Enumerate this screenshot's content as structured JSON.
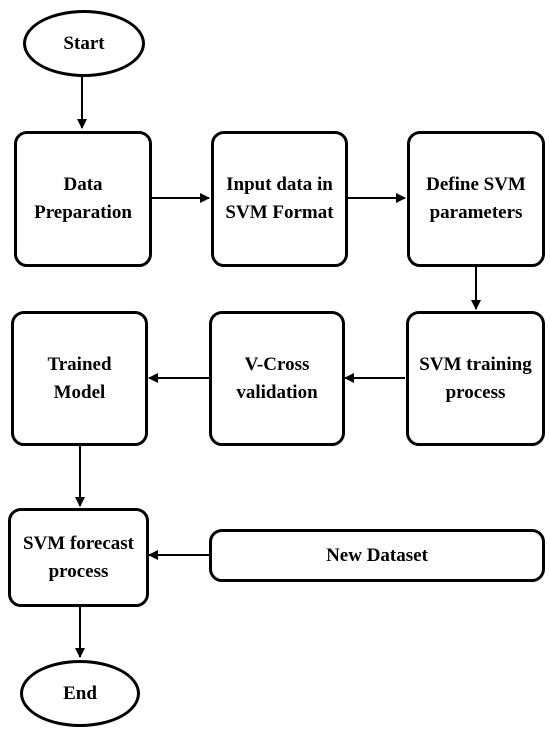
{
  "nodes": {
    "start": "Start",
    "data_preparation": "Data\nPreparation",
    "input_svm_format": "Input data in\nSVM Format",
    "define_params": "Define SVM\nparameters",
    "training": "SVM training\nprocess",
    "cross_validation": "V-Cross\nvalidation",
    "trained_model": "Trained\nModel",
    "forecast": "SVM forecast\nprocess",
    "new_dataset": "New Dataset",
    "end": "End"
  }
}
